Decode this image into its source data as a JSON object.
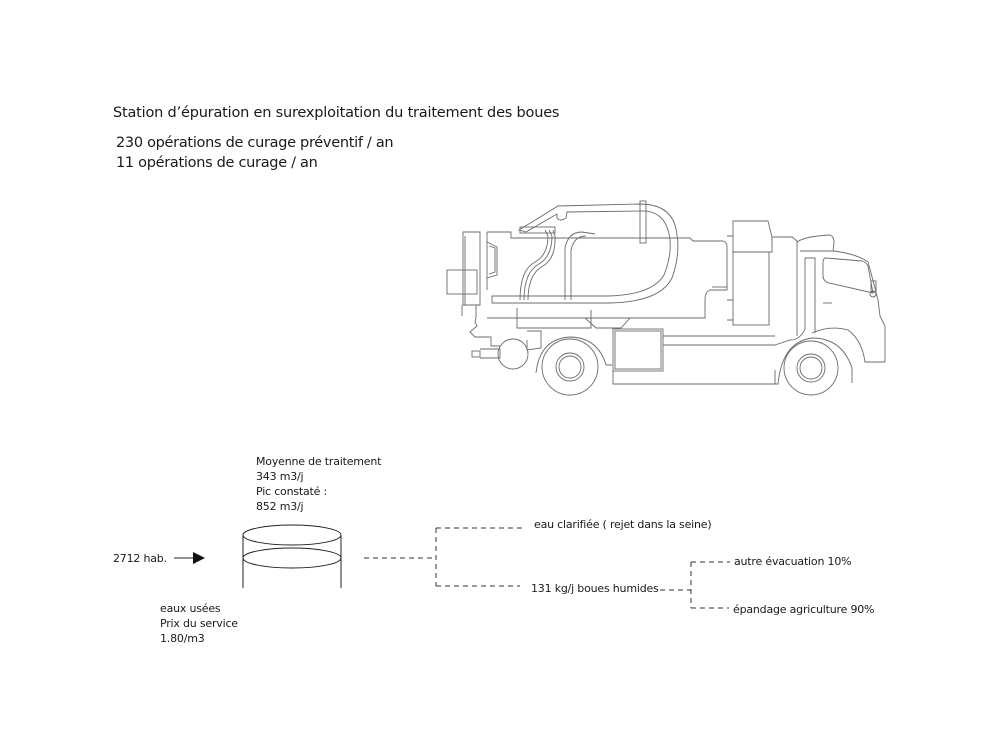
{
  "header": {
    "title": "Station d’épuration en surexploitation du traitement des boues",
    "stats": [
      "230 opérations de curage préventif / an",
      "11 opérations de curage / an"
    ]
  },
  "illustration": {
    "icon": "vacuum-truck-icon"
  },
  "diagram": {
    "treatment": {
      "label": "Moyenne de traitement",
      "average": "343 m3/j",
      "peak_label": "Pic constaté :",
      "peak": "852 m3/j"
    },
    "input": {
      "population": "2712 hab.",
      "arrow_icon": "arrow-right-icon"
    },
    "tank_icon": "cylinder-tank-icon",
    "wastewater": {
      "label": "eaux usées",
      "price_label": "Prix du service",
      "price": "1.80/m3"
    },
    "outputs": {
      "clarified_water": "eau clarifiée ( rejet dans la seine)",
      "sludge": "131 kg/j boues humides",
      "other_disposal": "autre évacuation 10%",
      "agriculture": "épandage agriculture 90%"
    },
    "colors": {
      "ink": "#1a1a1a",
      "drawing": "#6b6b6b",
      "background": "#ffffff"
    }
  }
}
